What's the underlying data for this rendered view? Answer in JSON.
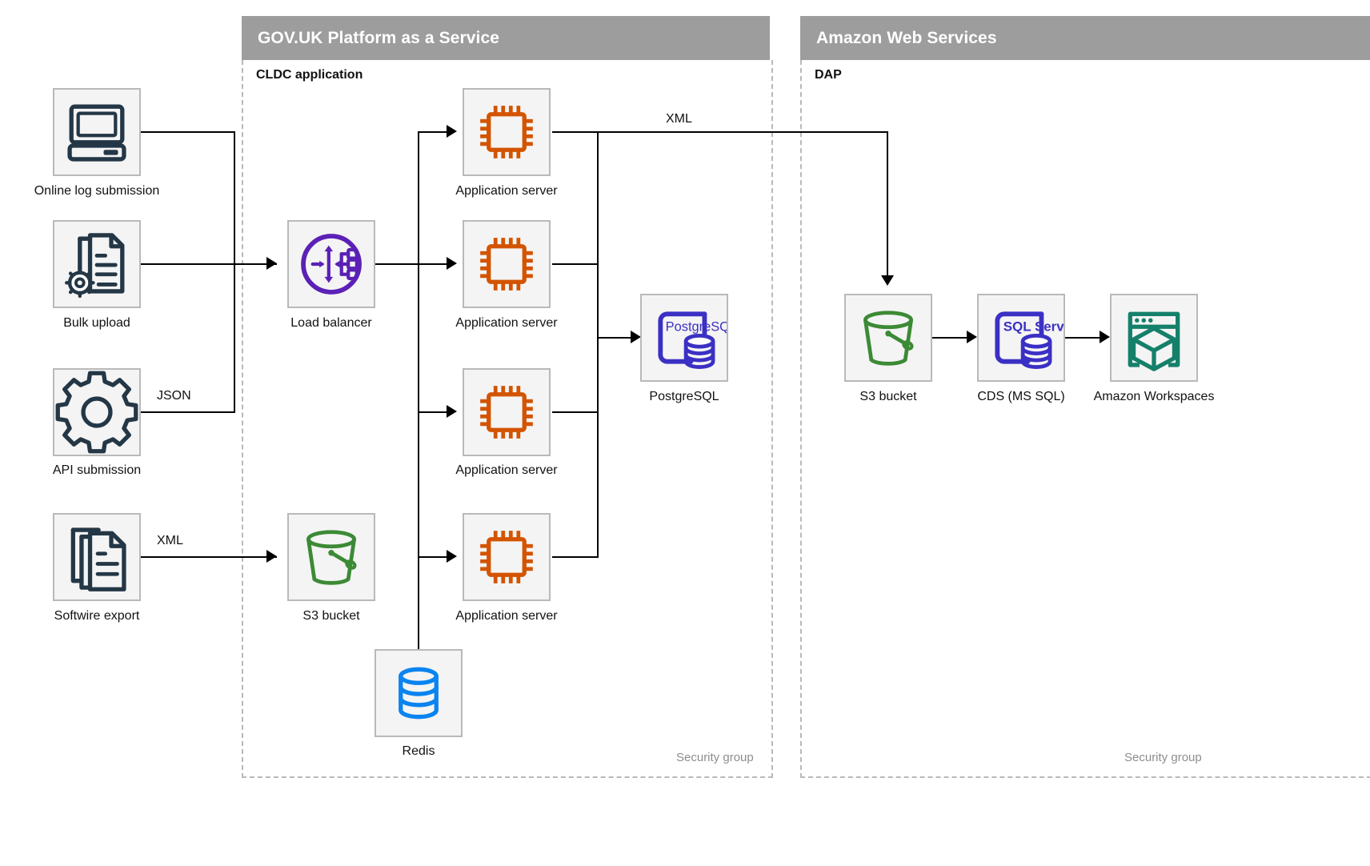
{
  "groups": [
    {
      "id": "paas",
      "title": "GOV.UK Platform as a Service",
      "sub_title": "CLDC application",
      "footer": "Security group"
    },
    {
      "id": "aws",
      "title": "Amazon Web Services",
      "sub_title": "DAP",
      "footer": "Security group"
    }
  ],
  "sources": [
    {
      "id": "online-log-submission",
      "label": "Online log submission",
      "icon": "desktop-computer-icon"
    },
    {
      "id": "bulk-upload",
      "label": "Bulk upload",
      "icon": "document-gear-icon"
    },
    {
      "id": "api-submission",
      "label": "API submission",
      "icon": "gear-icon"
    },
    {
      "id": "softwire-export",
      "label": "Softwire export",
      "icon": "documents-stack-icon"
    }
  ],
  "paas_nodes": [
    {
      "id": "load-balancer",
      "label": "Load balancer",
      "icon": "load-balancer-icon"
    },
    {
      "id": "app-server-1",
      "label": "Application server",
      "icon": "cpu-chip-icon"
    },
    {
      "id": "app-server-2",
      "label": "Application server",
      "icon": "cpu-chip-icon"
    },
    {
      "id": "app-server-3",
      "label": "Application server",
      "icon": "cpu-chip-icon"
    },
    {
      "id": "app-server-4",
      "label": "Application server",
      "icon": "cpu-chip-icon"
    },
    {
      "id": "postgresql",
      "label": "PostgreSQL",
      "icon": "postgresql-icon",
      "icon_text": "PostgreSQL"
    },
    {
      "id": "s3-bucket-paas",
      "label": "S3 bucket",
      "icon": "s3-bucket-icon"
    },
    {
      "id": "redis",
      "label": "Redis",
      "icon": "redis-database-icon"
    }
  ],
  "aws_nodes": [
    {
      "id": "s3-bucket-aws",
      "label": "S3 bucket",
      "icon": "s3-bucket-icon"
    },
    {
      "id": "cds-ms-sql",
      "label": "CDS (MS SQL)",
      "icon": "sql-server-icon",
      "icon_text": "SQL Server"
    },
    {
      "id": "amazon-workspaces",
      "label": "Amazon Workspaces",
      "icon": "amazon-workspaces-icon"
    }
  ],
  "edge_labels": {
    "json": "JSON",
    "xml_softwire": "XML",
    "xml_to_s3": "XML"
  },
  "colors": {
    "header_bar": "#9d9d9d",
    "icon_box_fill": "#f4f4f4",
    "icon_box_border": "#b9b9b9",
    "dark_navy": "#243746",
    "orange": "#d35400",
    "purple": "#5b21b6",
    "green": "#3c8a35",
    "blue": "#0a84f0",
    "indigo": "#3b30c4",
    "teal": "#15806a",
    "line": "#000000"
  }
}
